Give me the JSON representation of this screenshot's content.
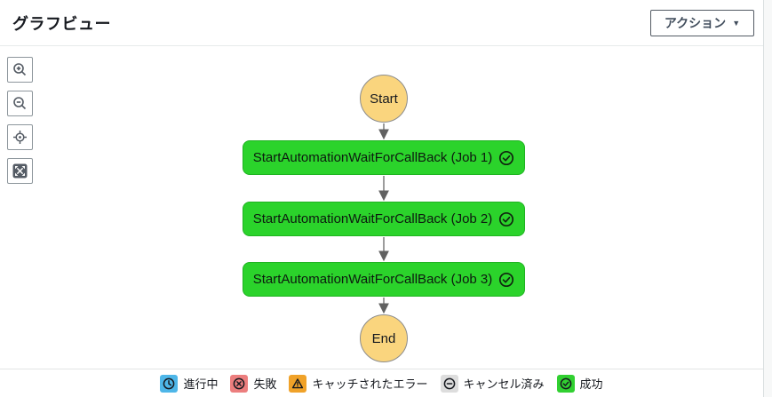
{
  "header": {
    "title": "グラフビュー",
    "action_button_label": "アクション",
    "action_button_caret": "▼"
  },
  "toolbar": {
    "buttons": [
      {
        "name": "zoom-in"
      },
      {
        "name": "zoom-out"
      },
      {
        "name": "center-graph"
      },
      {
        "name": "fit-to-view"
      }
    ]
  },
  "graph": {
    "start_label": "Start",
    "end_label": "End",
    "nodes": [
      {
        "label": "StartAutomationWaitForCallBack (Job 1)",
        "status": "succeeded"
      },
      {
        "label": "StartAutomationWaitForCallBack (Job 2)",
        "status": "succeeded"
      },
      {
        "label": "StartAutomationWaitForCallBack (Job 3)",
        "status": "succeeded"
      }
    ]
  },
  "legend": {
    "items": [
      {
        "label": "進行中",
        "icon": "clock-icon",
        "color": "#4EB6E8"
      },
      {
        "label": "失敗",
        "icon": "x-circle-icon",
        "color": "#EC7E7E"
      },
      {
        "label": "キャッチされたエラー",
        "icon": "warning-icon",
        "color": "#F0A229"
      },
      {
        "label": "キャンセル済み",
        "icon": "minus-circle-icon",
        "color": "#DDDDDD"
      },
      {
        "label": "成功",
        "icon": "check-circle-icon",
        "color": "#31D031"
      }
    ]
  },
  "colors": {
    "task_succeeded_fill": "#2BD32B",
    "task_succeeded_border": "#1FB321",
    "terminal_fill": "#FAD57E",
    "terminal_border": "#8C8C8C",
    "arrow": "#616161"
  }
}
